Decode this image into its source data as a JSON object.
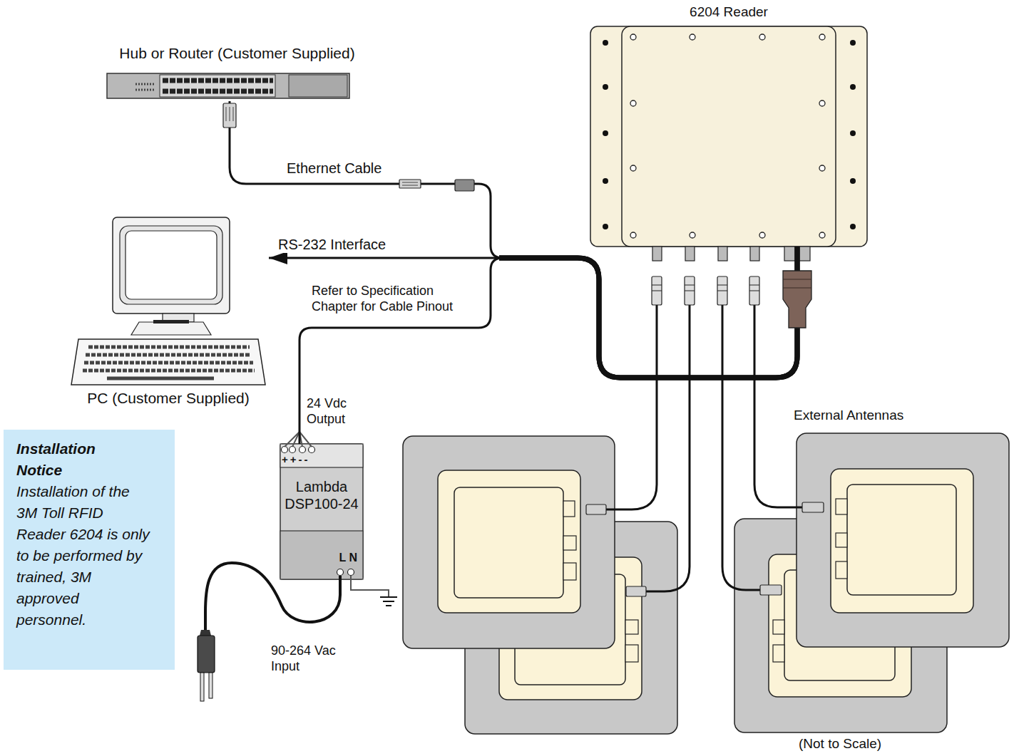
{
  "diagram": {
    "nodes": [
      {
        "text": [
          "Hub or Router (Customer Supplied)"
        ]
      },
      {
        "text": [
          "PC (Customer Supplied)"
        ]
      },
      {
        "text": [
          "6204 Reader"
        ]
      },
      {
        "text": [
          "Installation Notice",
          "Installation of the 3M Toll RFID Reader 6204 is only to be performed by trained, 3M approved personnel."
        ]
      },
      {
        "text": [
          "++--",
          "Lambda DSP100-24",
          "L N"
        ]
      }
    ],
    "edges": [
      {
        "from": 2,
        "to": 0,
        "arrow": "none",
        "label": "Ethernet Cable"
      },
      {
        "from": 2,
        "to": 1,
        "arrow": "to",
        "label": "RS-232 Interface"
      },
      {
        "from": 2,
        "to": 4,
        "arrow": "none",
        "label": "Refer to Specification Chapter for Cable Pinout"
      }
    ],
    "labels": [
      "24 Vdc Output",
      "90-264 Vac Input",
      "External Antennas",
      "(Not to Scale)"
    ]
  }
}
